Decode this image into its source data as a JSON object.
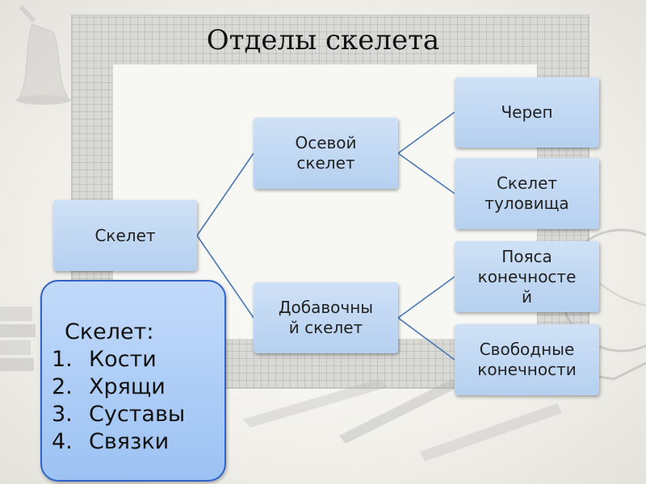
{
  "title": "Отделы скелета",
  "diagram": {
    "root": "Скелет",
    "axial": "Осевой\nскелет",
    "appendicular": "Добавочны\nй скелет",
    "skull": "Череп",
    "trunk": "Скелет\nтуловища",
    "girdles": "Пояса\nконечносте\nй",
    "free_limbs": "Свободные\nконечности"
  },
  "callout": {
    "heading": "Скелет:",
    "items": [
      {
        "num": "1.",
        "label": "Кости"
      },
      {
        "num": "2.",
        "label": "Хрящи"
      },
      {
        "num": "3.",
        "label": "Суставы"
      },
      {
        "num": "4.",
        "label": "Связки"
      }
    ]
  },
  "colors": {
    "box_fill": "#b9d3f1",
    "callout_border": "#2f63c8",
    "connector": "#4a77b4"
  }
}
